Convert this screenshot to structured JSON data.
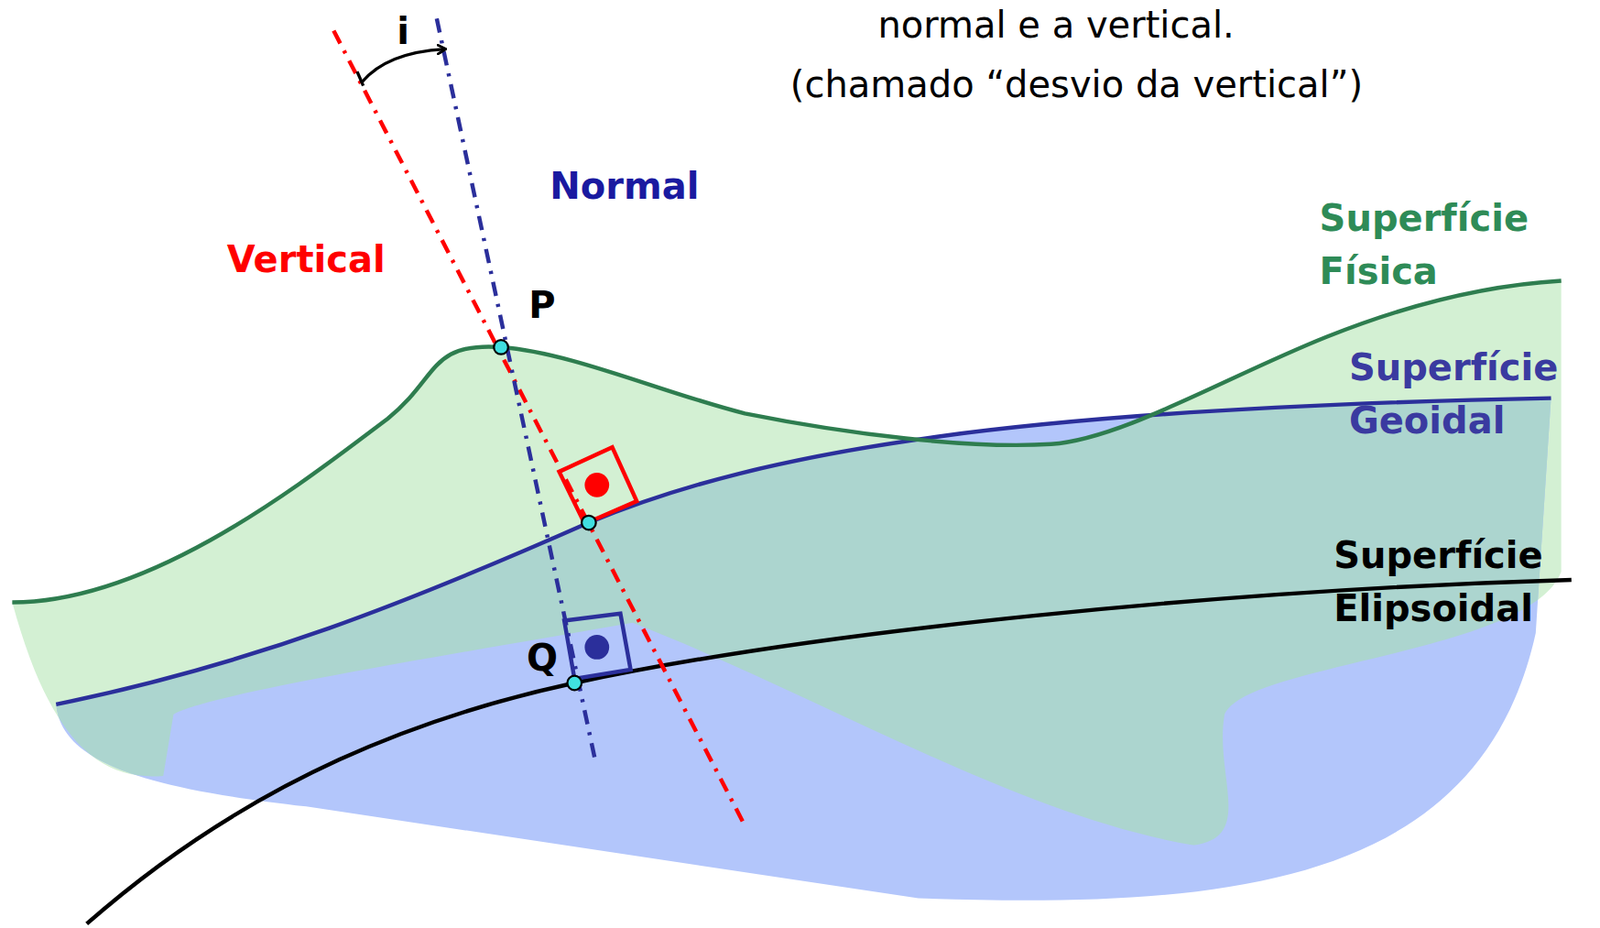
{
  "diagram": {
    "labels": [
      "normal e a vertical.",
      "(chamado “desvio da vertical”)",
      "i",
      "Normal",
      "Vertical",
      "P",
      "Q",
      "Superfície Física",
      "Superfície Geoidal",
      "Superfície Elipsoidal"
    ]
  }
}
